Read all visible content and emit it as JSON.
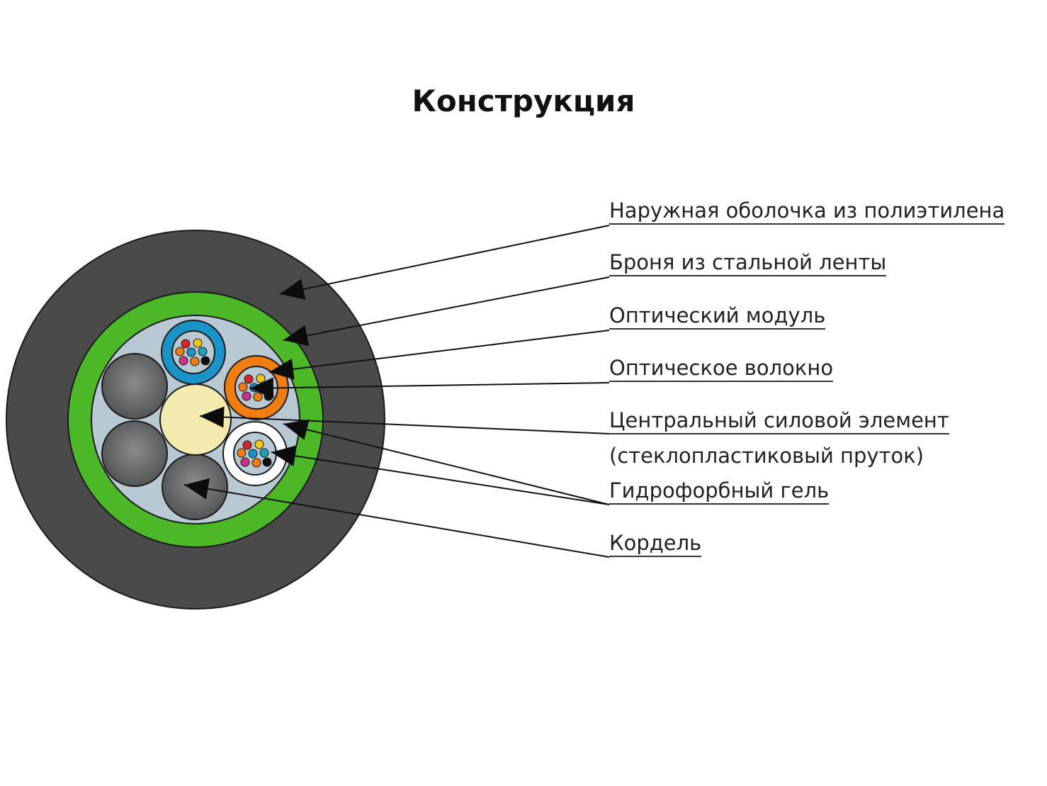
{
  "title": "Конструкция",
  "labels": {
    "outer_sheath": "Наружная оболочка из полиэтилена",
    "armor": "Броня из стальной ленты",
    "optical_module": "Оптический модуль",
    "optical_fiber": "Оптическое волокно",
    "central_member": "Центральный силовой элемент",
    "central_member_note": "(стеклопластиковый пруток)",
    "gel": "Гидрофорбный гель",
    "filler": "Кордель"
  },
  "colors": {
    "sheath": "#4a4a4a",
    "armor": "#4cb828",
    "gel": "#b9c9d3",
    "central": "#f3eaae",
    "filler": "#6a6b6d",
    "module_tubes": [
      "#1a93c9",
      "#f07d12",
      "#ffffff"
    ],
    "fibers": [
      "#d8262b",
      "#f2c618",
      "#f07d12",
      "#1a93c9",
      "#21a0b8",
      "#c9318a",
      "#f07d12",
      "#111111"
    ]
  }
}
